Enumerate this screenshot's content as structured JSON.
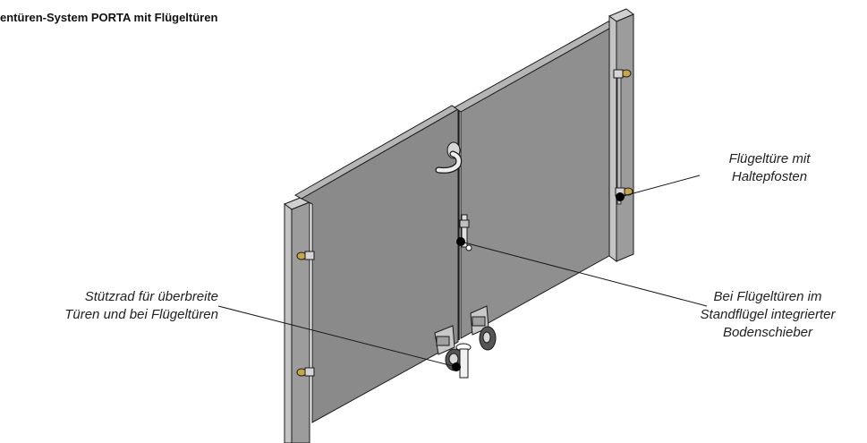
{
  "title": "entüren-System PORTA mit Flügeltüren",
  "callouts": {
    "top_right": [
      "Flügeltüre mit",
      "Haltepfosten"
    ],
    "bottom_right": [
      "Bei Flügeltüren im",
      "Standflügel integrierter",
      "Bodenschieber"
    ],
    "left": [
      "Stützrad für überbreite",
      "Türen und bei Flügeltüren"
    ]
  },
  "colors": {
    "panel": "#8a8a8a",
    "panel_top": "#b5b5b5",
    "post": "#9c9c9c",
    "outline": "#1a1a1a"
  }
}
